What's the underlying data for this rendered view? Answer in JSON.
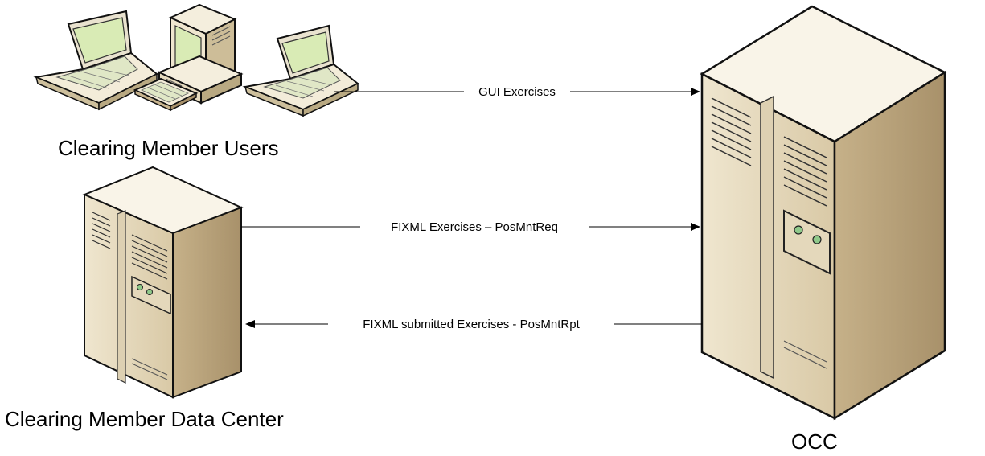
{
  "nodes": {
    "users": {
      "label": "Clearing Member Users"
    },
    "datacenter": {
      "label": "Clearing Member Data Center"
    },
    "occ": {
      "label": "OCC"
    }
  },
  "connections": [
    {
      "label": "GUI Exercises",
      "from": "Clearing Member Users",
      "to": "OCC"
    },
    {
      "label": "FIXML Exercises – PosMntReq",
      "from": "Clearing Member Data Center",
      "to": "OCC"
    },
    {
      "label": "FIXML submitted Exercises - PosMntRpt",
      "from": "OCC",
      "to": "Clearing Member Data Center"
    }
  ],
  "colors": {
    "server_front": "#ede2c8",
    "server_side": "#c9b58f",
    "server_top": "#f9f4e8",
    "screen_green": "#d9ebb5",
    "outline": "#111111",
    "led_green": "#8fc98a"
  },
  "icons": {
    "users": [
      "laptop-icon",
      "desktop-computer-icon",
      "laptop-icon"
    ],
    "datacenter": "server-tower-icon",
    "occ": "server-tower-icon"
  }
}
